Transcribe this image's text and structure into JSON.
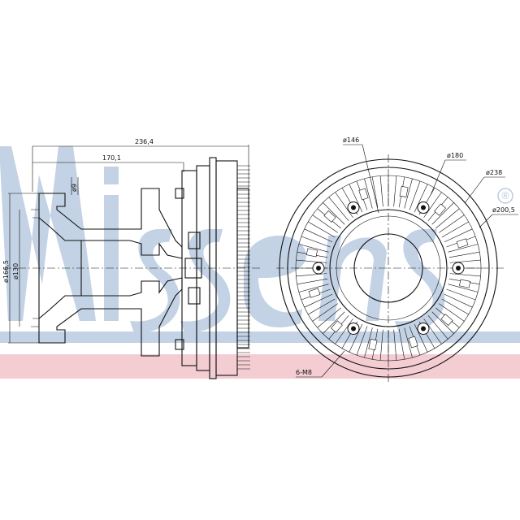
{
  "watermark": {
    "brand": "Nissens",
    "registered_mark": "®",
    "band_color": "#f4cdd3",
    "letter_color": "#b9cbe0"
  },
  "dimensions": {
    "overall_length": "236,4",
    "hub_length": "170,1",
    "bolt_hole": "ø9",
    "flange_diameter": "ø166,5",
    "pilot_diameter": "ø130",
    "inner_ring": "ø146",
    "bolt_circle": "ø180",
    "outer_fins": "ø238",
    "hub_face": "ø200,5",
    "threads": "6-M8"
  }
}
